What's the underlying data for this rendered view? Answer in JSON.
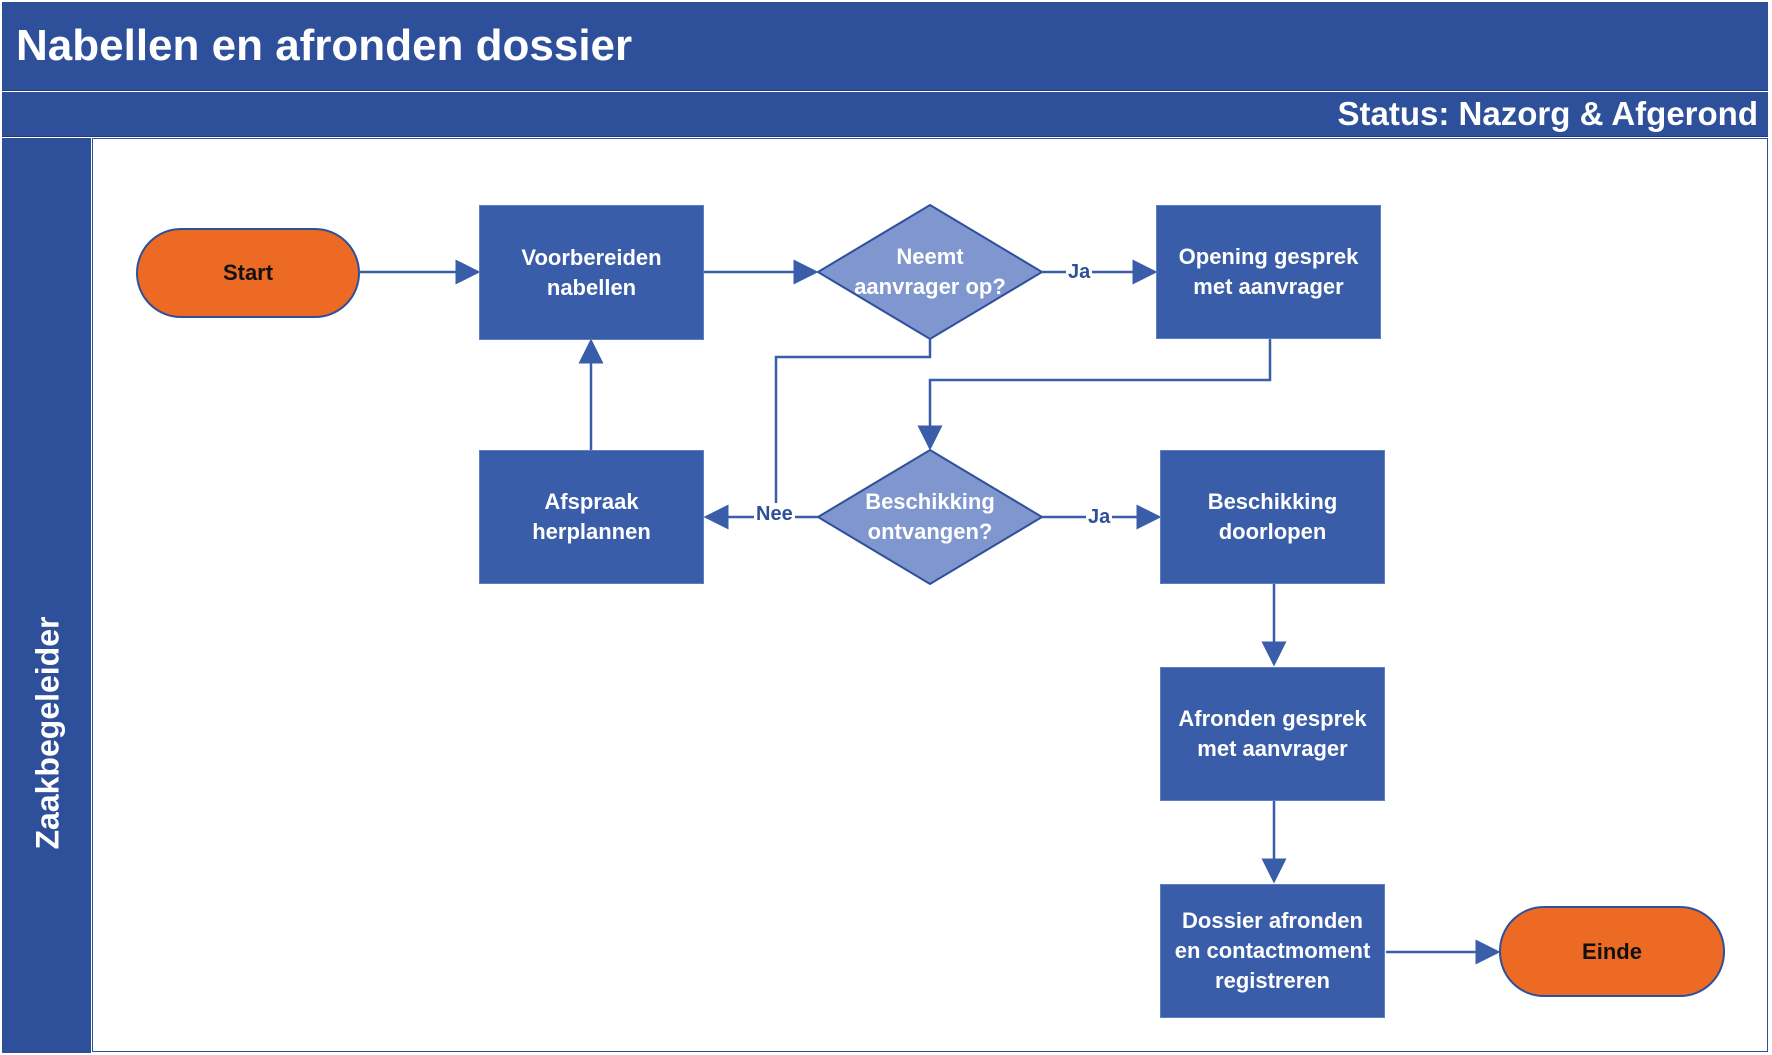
{
  "header": {
    "title": "Nabellen en afronden dossier",
    "status": "Status: Nazorg & Afgerond"
  },
  "lane": {
    "label": "Zaakbegeleider"
  },
  "colors": {
    "header_blue": "#2e509a",
    "process_blue": "#3a5da9",
    "decision_blue": "#7f96cf",
    "terminal_orange": "#ec6a23",
    "line_blue": "#3a5da9"
  },
  "nodes": {
    "start": "Start",
    "voorbereiden": [
      "Voorbereiden",
      "nabellen"
    ],
    "neemt_op": [
      "Neemt",
      "aanvrager op?"
    ],
    "opening": [
      "Opening gesprek",
      "met aanvrager"
    ],
    "afspraak": [
      "Afspraak",
      "herplannen"
    ],
    "beschikking_ontvangen": [
      "Beschikking",
      "ontvangen?"
    ],
    "beschikking_doorlopen": [
      "Beschikking",
      "doorlopen"
    ],
    "afronden_gesprek": [
      "Afronden gesprek",
      "met aanvrager"
    ],
    "dossier_afronden": [
      "Dossier afronden",
      "en contactmoment",
      "registreren"
    ],
    "einde": "Einde"
  },
  "edge_labels": {
    "neemt_op_yes": "Ja",
    "beschikking_no": "Nee",
    "beschikking_yes": "Ja"
  }
}
